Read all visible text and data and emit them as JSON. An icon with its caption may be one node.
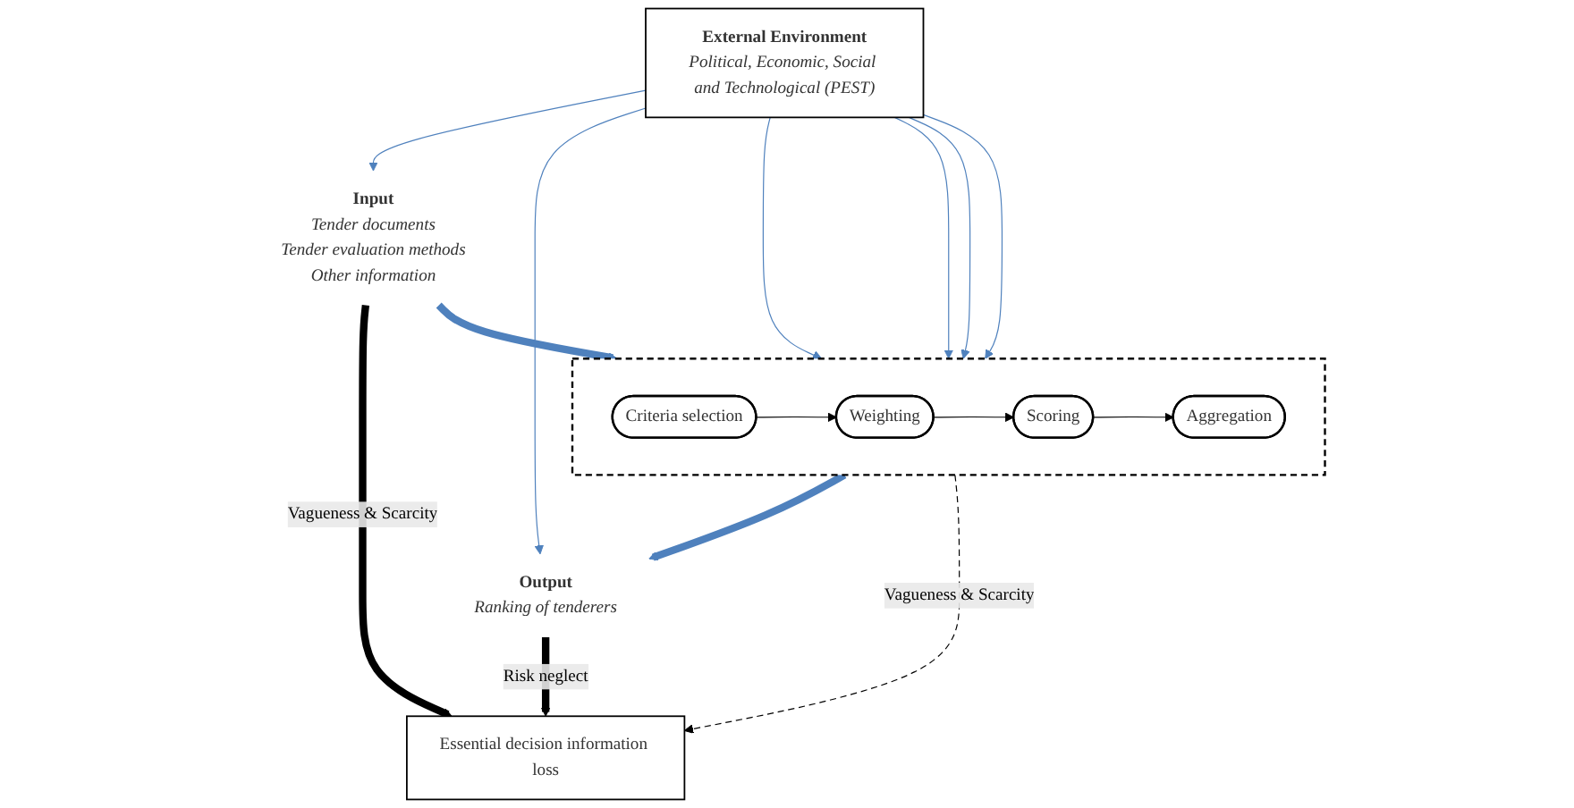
{
  "diagram": {
    "nodes": [
      {
        "text": [
          "External Environment",
          "Political, Economic, Social and Technological (PEST)"
        ]
      },
      {
        "text": [
          "Input",
          "Tender documents",
          "Tender evaluation methods",
          "Other information"
        ]
      },
      {
        "text": [],
        "shape": "box"
      },
      {
        "text": [
          "Criteria selection"
        ],
        "in": 2
      },
      {
        "text": [
          "Weighting"
        ],
        "in": 2
      },
      {
        "text": [
          "Scoring"
        ],
        "in": 2
      },
      {
        "text": [
          "Aggregation"
        ],
        "in": 2
      },
      {
        "text": [
          "Output",
          "Ranking of tenderers"
        ]
      },
      {
        "text": [
          "Essential decision information loss"
        ]
      }
    ],
    "edges": [
      {
        "from": 0,
        "to": 1,
        "arrow": "to"
      },
      {
        "from": 0,
        "to": 2,
        "arrow": "to"
      },
      {
        "from": 0,
        "to": 2,
        "arrow": "to"
      },
      {
        "from": 0,
        "to": 2,
        "arrow": "to"
      },
      {
        "from": 0,
        "to": 2,
        "arrow": "to"
      },
      {
        "from": 0,
        "to": 7,
        "arrow": "to"
      },
      {
        "from": 1,
        "to": 2,
        "arrow": "to",
        "style": "thick"
      },
      {
        "from": 2,
        "to": 7,
        "arrow": "to",
        "style": "thick"
      },
      {
        "from": 3,
        "to": 4,
        "arrow": "to",
        "color": "#000000"
      },
      {
        "from": 4,
        "to": 5,
        "arrow": "to",
        "color": "#000000"
      },
      {
        "from": 5,
        "to": 6,
        "arrow": "to",
        "color": "#000000"
      },
      {
        "from": 1,
        "to": 8,
        "arrow": "to",
        "label": "Vagueness & Scarcity",
        "style": "thick",
        "color": "#000000"
      },
      {
        "from": 2,
        "to": 8,
        "arrow": "to",
        "label": "Vagueness & Scarcity",
        "style": "dashed",
        "color": "#000000"
      },
      {
        "from": 7,
        "to": 8,
        "arrow": "to",
        "label": "Risk neglect",
        "style": "thick",
        "color": "#000000"
      }
    ]
  }
}
